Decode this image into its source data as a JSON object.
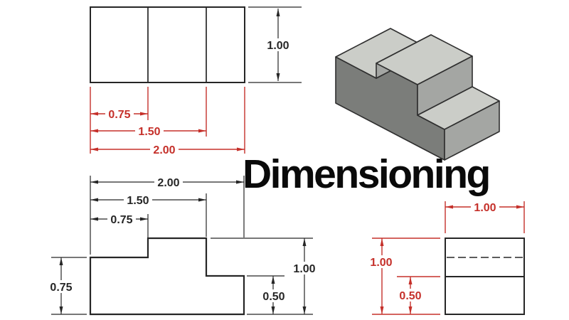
{
  "title": "Dimensioning",
  "colors": {
    "dimension_red": "#c5302a",
    "line_black": "#262626",
    "iso_top_face": "#cbcdc8",
    "iso_side_face": "#a4a6a3",
    "iso_front_face": "#7b7d7a"
  },
  "top_view": {
    "depth": "1.00",
    "width_left": "0.75",
    "width_middle": "1.50",
    "width_total": "2.00"
  },
  "front_view": {
    "width_total": "2.00",
    "width_middle": "1.50",
    "width_left": "0.75",
    "height_left": "0.75",
    "height_total": "1.00",
    "height_step": "0.50"
  },
  "side_view": {
    "depth": "1.00",
    "height": "1.00",
    "height_step": "0.50"
  }
}
